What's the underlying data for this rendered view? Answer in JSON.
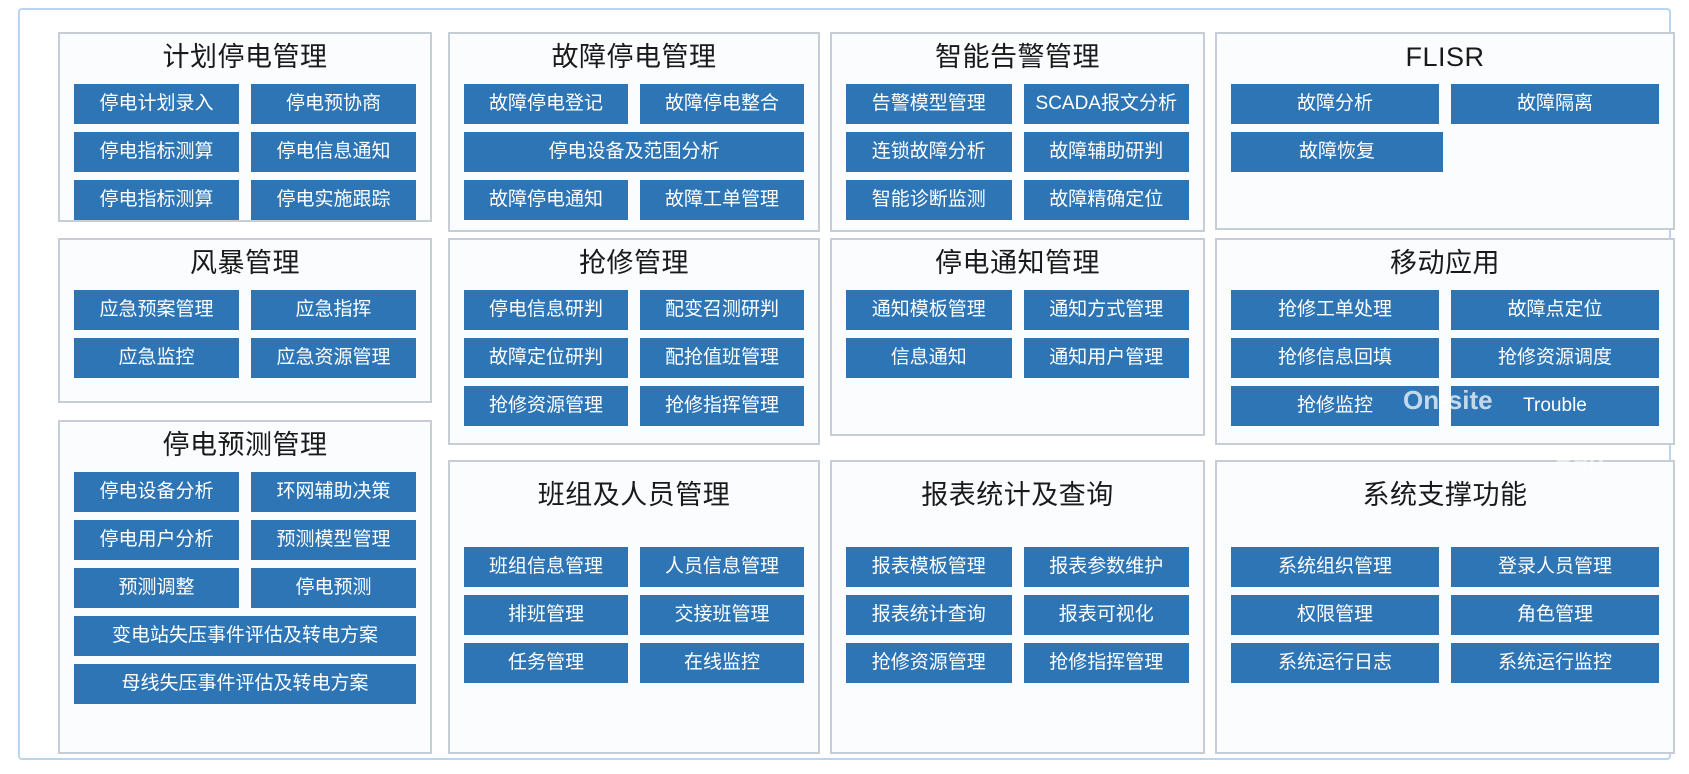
{
  "diagram": {
    "panels": [
      {
        "id": "planned-outage-management",
        "title": "计划停电管理",
        "rows": [
          [
            "停电计划录入",
            "停电预协商"
          ],
          [
            "停电指标测算",
            "停电信息通知"
          ],
          [
            "停电指标测算",
            "停电实施跟踪"
          ]
        ]
      },
      {
        "id": "fault-outage-management",
        "title": "故障停电管理",
        "rows": [
          [
            "故障停电登记",
            "故障停电整合"
          ],
          [
            "停电设备及范围分析"
          ],
          [
            "故障停电通知",
            "故障工单管理"
          ]
        ]
      },
      {
        "id": "intelligent-alarm-management",
        "title": "智能告警管理",
        "rows": [
          [
            "告警模型管理",
            "SCADA报文分析"
          ],
          [
            "连锁故障分析",
            "故障辅助研判"
          ],
          [
            "智能诊断监测",
            "故障精确定位"
          ]
        ]
      },
      {
        "id": "flisr",
        "title": "FLISR",
        "rows": [
          [
            "故障分析",
            "故障隔离"
          ],
          [
            "故障恢复"
          ]
        ]
      },
      {
        "id": "storm-management",
        "title": "风暴管理",
        "rows": [
          [
            "应急预案管理",
            "应急指挥"
          ],
          [
            "应急监控",
            "应急资源管理"
          ]
        ]
      },
      {
        "id": "emergency-repair-management",
        "title": "抢修管理",
        "rows": [
          [
            "停电信息研判",
            "配变召测研判"
          ],
          [
            "故障定位研判",
            "配抢值班管理"
          ],
          [
            "抢修资源管理",
            "抢修指挥管理"
          ]
        ]
      },
      {
        "id": "outage-notification-management",
        "title": "停电通知管理",
        "rows": [
          [
            "通知模板管理",
            "通知方式管理"
          ],
          [
            "信息通知",
            "通知用户管理"
          ]
        ]
      },
      {
        "id": "mobile-application",
        "title": "移动应用",
        "rows": [
          [
            "抢修工单处理",
            "故障点定位"
          ],
          [
            "抢修信息回填",
            "抢修资源调度"
          ],
          [
            "抢修监控",
            "Trouble"
          ]
        ]
      },
      {
        "id": "outage-forecast-management",
        "title": "停电预测管理",
        "rows": [
          [
            "停电设备分析",
            "环网辅助决策"
          ],
          [
            "停电用户分析",
            "预测模型管理"
          ],
          [
            "预测调整",
            "停电预测"
          ],
          [
            "变电站失压事件评估及转电方案"
          ],
          [
            "母线失压事件评估及转电方案"
          ]
        ]
      },
      {
        "id": "team-and-personnel-management",
        "title": "班组及人员管理",
        "rows": [
          [
            "班组信息管理",
            "人员信息管理"
          ],
          [
            "排班管理",
            "交接班管理"
          ],
          [
            "任务管理",
            "在线监控"
          ]
        ]
      },
      {
        "id": "report-statistics-and-query",
        "title": "报表统计及查询",
        "rows": [
          [
            "报表模板管理",
            "报表参数维护"
          ],
          [
            "报表统计查询",
            "报表可视化"
          ],
          [
            "抢修资源管理",
            "抢修指挥管理"
          ]
        ]
      },
      {
        "id": "system-support-functions",
        "title": "系统支撑功能",
        "rows": [
          [
            "系统组织管理",
            "登录人员管理"
          ],
          [
            "权限管理",
            "角色管理"
          ],
          [
            "系统运行日志",
            "系统运行监控"
          ]
        ]
      }
    ],
    "overlays": [
      {
        "id": "on-site-overlay",
        "text": "On-site"
      },
      {
        "id": "report-overlay",
        "text": "Rep"
      }
    ],
    "colors": {
      "tile_fill": "#2e75b6",
      "tile_text": "#ffffff",
      "panel_border": "#c6cdd6",
      "panel_fill": "#fbfcfd",
      "canvas_border": "#b9d5ef",
      "title_text": "#1a1a1a"
    }
  }
}
